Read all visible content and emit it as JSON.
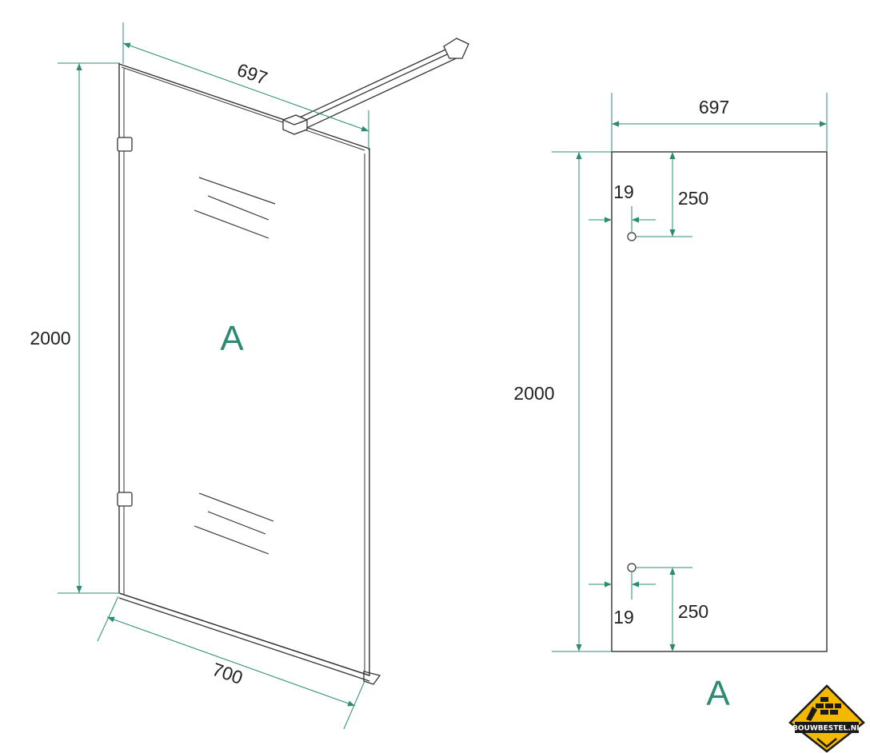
{
  "colors": {
    "dimension_line": "#2e8b73",
    "panel_outline": "#333333",
    "label": "#2e8b73",
    "text": "#222222",
    "logo_yellow": "#f5b800",
    "logo_dark": "#1a1a1a"
  },
  "perspective_view": {
    "top_width": "697",
    "height": "2000",
    "bottom_width": "700",
    "panel_label": "A"
  },
  "front_view": {
    "width": "697",
    "height": "2000",
    "top_hole_vertical": "250",
    "top_hole_horizontal": "19",
    "bottom_hole_horizontal": "19",
    "bottom_hole_vertical": "250",
    "panel_label": "A"
  },
  "logo": {
    "text": "BOUWBESTEL.NL"
  }
}
